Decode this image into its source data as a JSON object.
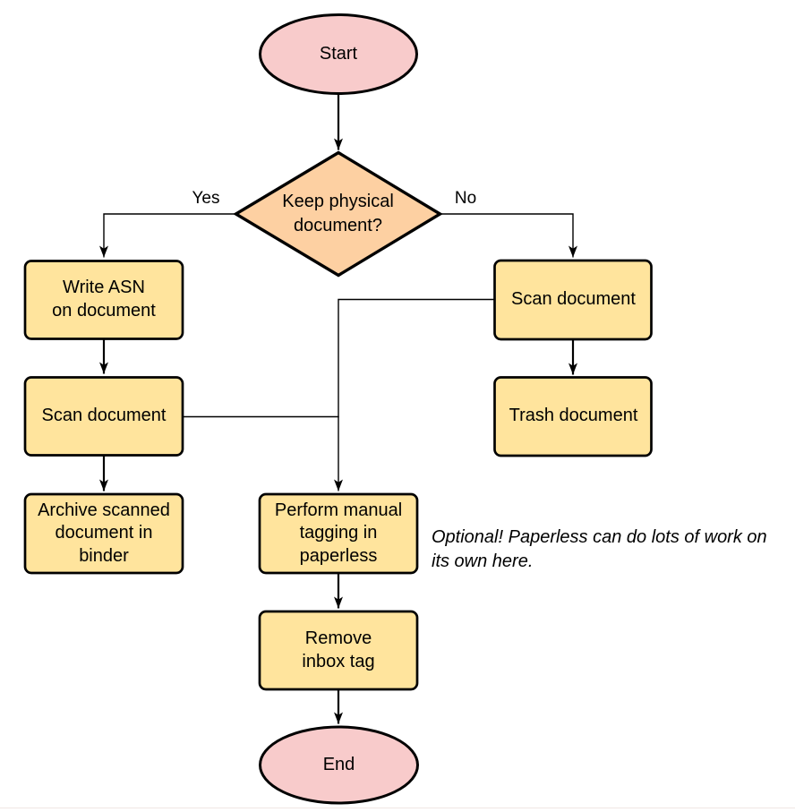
{
  "colors": {
    "terminal_fill": "#f8cbcb",
    "decision_fill": "#fdd0a2",
    "process_fill": "#ffe49d",
    "stroke": "#000000"
  },
  "diagram": {
    "nodes": {
      "start": {
        "label": "Start",
        "type": "terminal"
      },
      "decision": {
        "label": "Keep physical\ndocument?",
        "type": "decision"
      },
      "write_asn": {
        "label": "Write ASN\non document",
        "type": "process"
      },
      "scan_left": {
        "label": "Scan document",
        "type": "process"
      },
      "archive": {
        "label": "Archive scanned\ndocument in\nbinder",
        "type": "process"
      },
      "scan_right": {
        "label": "Scan document",
        "type": "process"
      },
      "trash": {
        "label": "Trash document",
        "type": "process"
      },
      "perform_tagging": {
        "label": "Perform manual\ntagging in\npaperless",
        "type": "process"
      },
      "remove_inbox": {
        "label": "Remove\ninbox tag",
        "type": "process"
      },
      "end": {
        "label": "End",
        "type": "terminal"
      }
    },
    "edge_labels": {
      "yes": "Yes",
      "no": "No"
    },
    "annotation": "Optional! Paperless can do lots of work on\nits own here."
  }
}
